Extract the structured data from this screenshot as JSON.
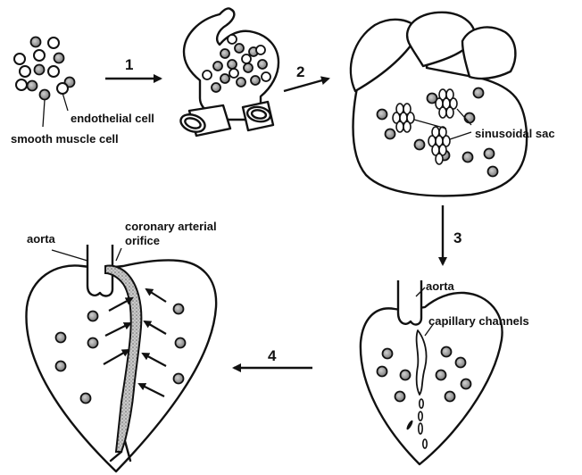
{
  "labels": {
    "endothelial_cell": "endothelial cell",
    "smooth_muscle_cell": "smooth muscle cell",
    "sinusoidal_sac": "sinusoidal sac",
    "aorta_left": "aorta",
    "coronary_arterial_l1": "coronary arterial",
    "coronary_arterial_l2": "orifice",
    "aorta_right": "aorta",
    "capillary_channels": "capillary channels"
  },
  "steps": [
    "1",
    "2",
    "3",
    "4"
  ],
  "colors": {
    "stroke": "#111111",
    "cell_fill": "#9a9a9a",
    "artery_fill": "#b5b5b5"
  }
}
